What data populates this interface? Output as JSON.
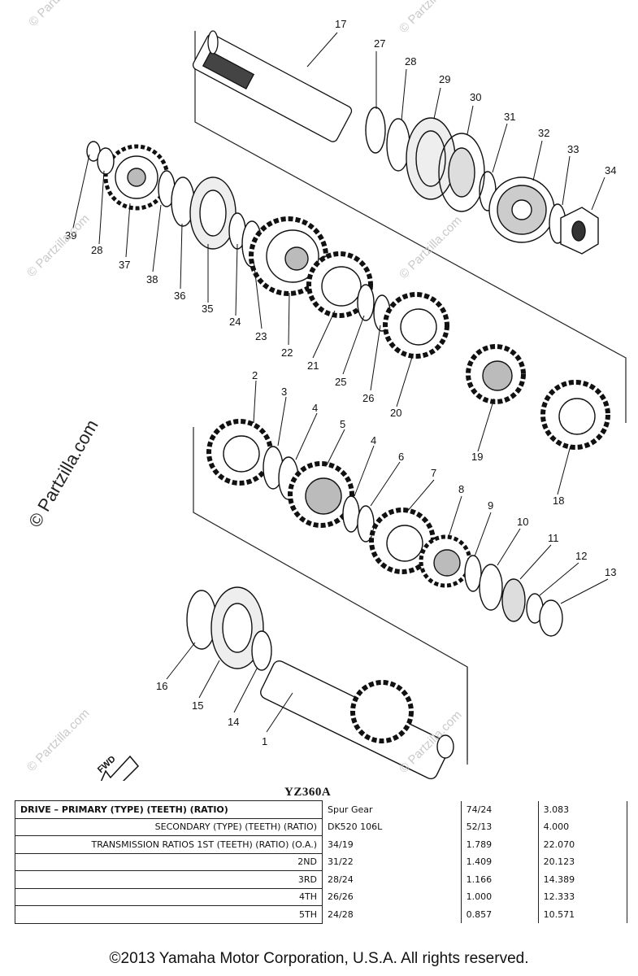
{
  "watermark": "© Partzilla.com",
  "fwd_label": "FWD",
  "model": "YZ360A",
  "callouts": [
    "17",
    "27",
    "28",
    "29",
    "30",
    "31",
    "32",
    "33",
    "34",
    "39",
    "28",
    "37",
    "38",
    "36",
    "35",
    "24",
    "23",
    "22",
    "21",
    "25",
    "26",
    "20",
    "19",
    "18",
    "2",
    "3",
    "4",
    "5",
    "4",
    "6",
    "7",
    "8",
    "9",
    "10",
    "11",
    "12",
    "13",
    "16",
    "15",
    "14",
    "1"
  ],
  "table": {
    "rows": [
      {
        "label": "DRIVE – PRIMARY (TYPE) (TEETH) (RATIO)",
        "spec": "Spur Gear",
        "teeth": "74/24",
        "ratio": "3.083"
      },
      {
        "label": "SECONDARY (TYPE) (TEETH) (RATIO)",
        "spec": "DK520 106L",
        "teeth": "52/13",
        "ratio": "4.000"
      },
      {
        "label": "TRANSMISSION RATIOS 1ST (TEETH) (RATIO) (O.A.)",
        "spec": "34/19",
        "teeth": "1.789",
        "ratio": "22.070"
      },
      {
        "label": "2ND",
        "spec": "31/22",
        "teeth": "1.409",
        "ratio": "20.123"
      },
      {
        "label": "3RD",
        "spec": "28/24",
        "teeth": "1.166",
        "ratio": "14.389"
      },
      {
        "label": "4TH",
        "spec": "26/26",
        "teeth": "1.000",
        "ratio": "12.333"
      },
      {
        "label": "5TH",
        "spec": "24/28",
        "teeth": "0.857",
        "ratio": "10.571"
      }
    ]
  },
  "copyright": "©2013 Yamaha Motor Corporation, U.S.A. All rights reserved."
}
